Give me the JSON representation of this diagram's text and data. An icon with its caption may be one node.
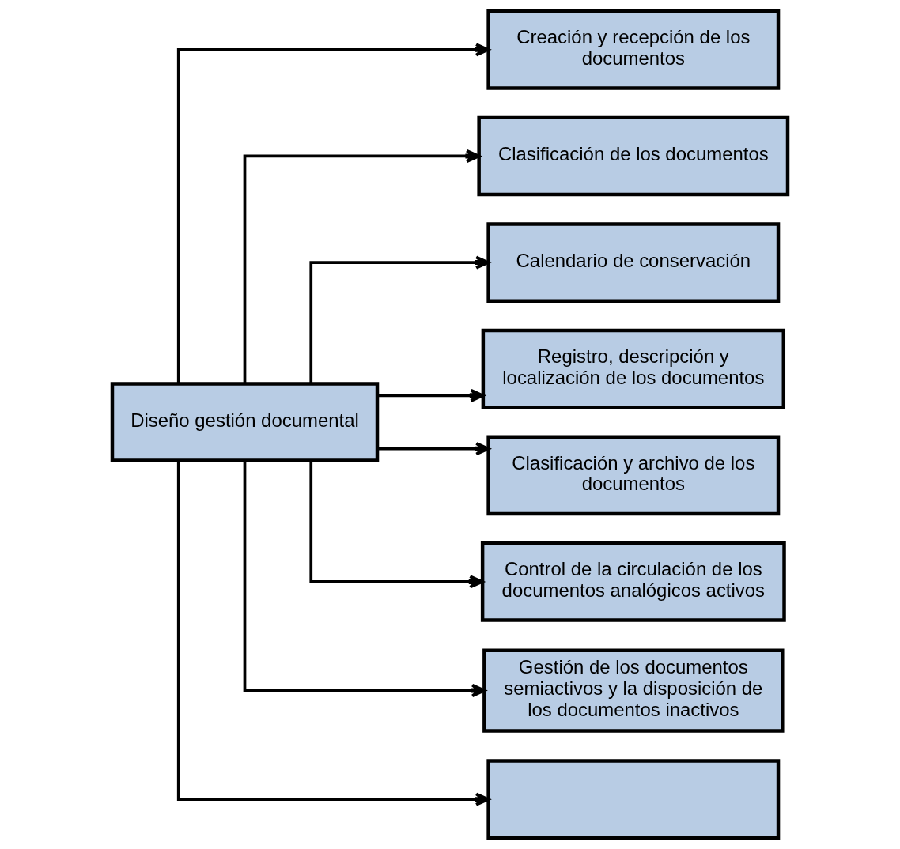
{
  "diagram": {
    "nodes": [
      {
        "text": [
          "Diseño gestión documental"
        ]
      },
      {
        "text": [
          "Creación y recepción de los documentos"
        ]
      },
      {
        "text": [
          "Clasificación de los documentos"
        ]
      },
      {
        "text": [
          "Calendario de conservación"
        ]
      },
      {
        "text": [
          "Registro, descripción y localización de los documentos"
        ]
      },
      {
        "text": [
          "Clasificación y archivo de los documentos"
        ]
      },
      {
        "text": [
          "Control de la circulación de los documentos analógicos activos"
        ]
      },
      {
        "text": [
          "Gestión de los documentos semiactivos y la disposición de los documentos inactivos"
        ]
      },
      {
        "text": [],
        "shape": "box"
      }
    ],
    "edges": [
      {
        "from": 0,
        "to": 1,
        "arrow": "to"
      },
      {
        "from": 0,
        "to": 2,
        "arrow": "to"
      },
      {
        "from": 0,
        "to": 3,
        "arrow": "to"
      },
      {
        "from": 0,
        "to": 4,
        "arrow": "to"
      },
      {
        "from": 0,
        "to": 5,
        "arrow": "to"
      },
      {
        "from": 0,
        "to": 6,
        "arrow": "to"
      },
      {
        "from": 0,
        "to": 7,
        "arrow": "to"
      },
      {
        "from": 0,
        "to": 8,
        "arrow": "to"
      }
    ]
  }
}
